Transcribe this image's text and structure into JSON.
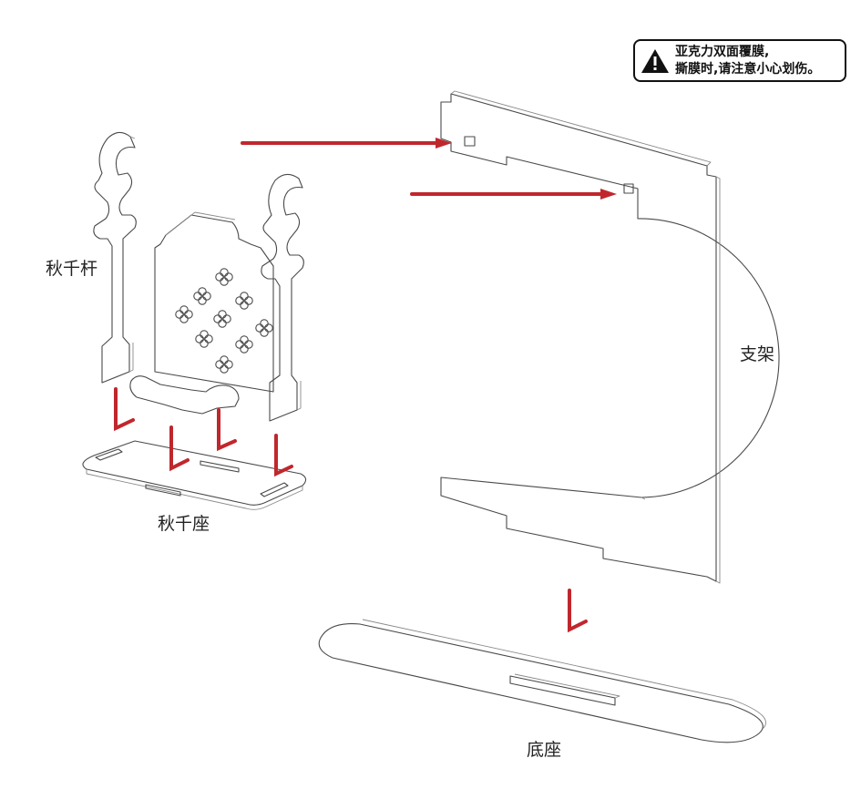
{
  "warning": {
    "line1": "亚克力双面覆膜,",
    "line2": "撕膜时,请注意小心划伤。"
  },
  "labels": {
    "swing_pole": "秋千杆",
    "swing_seat": "秋千座",
    "stand": "支架",
    "base": "底座"
  },
  "colors": {
    "arrow": "#c0272d",
    "outline": "#4a4a4a"
  }
}
